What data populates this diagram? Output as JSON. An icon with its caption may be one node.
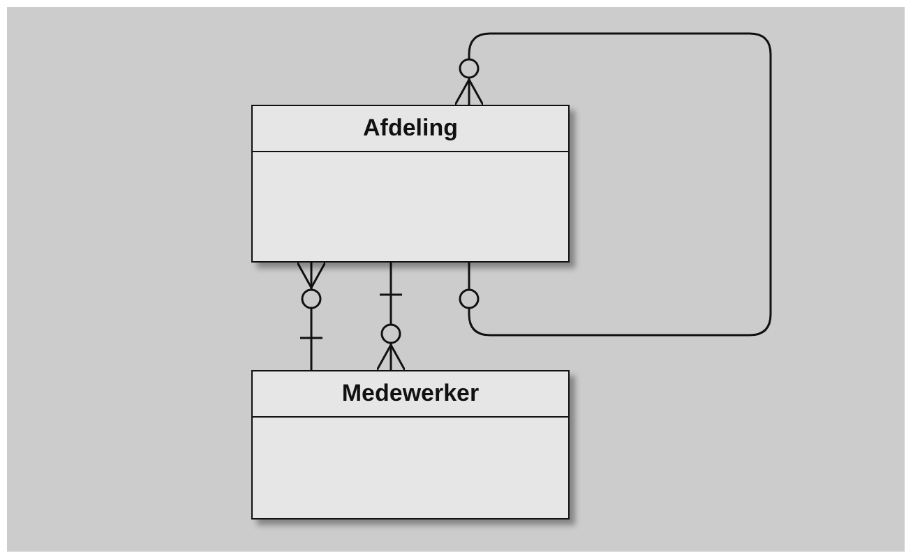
{
  "diagram": {
    "nodes": [
      {
        "text": [
          "Afdeling"
        ]
      },
      {
        "text": [
          "Medewerker"
        ]
      }
    ],
    "edges": [
      {
        "from": 0,
        "to": 0,
        "arrow": "other"
      },
      {
        "from": 0,
        "to": 1,
        "arrow": "other"
      },
      {
        "from": 0,
        "to": 1,
        "arrow": "other"
      }
    ]
  }
}
